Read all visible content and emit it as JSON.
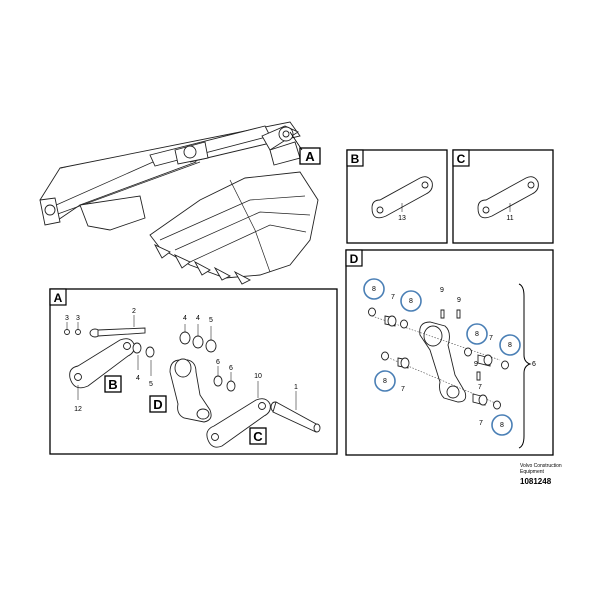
{
  "callouts": {
    "main_A": "A",
    "panel_B": "B",
    "panel_C": "C",
    "panel_D": "D",
    "panel_A": "A",
    "ref_B": "B",
    "ref_C": "C",
    "ref_D": "D"
  },
  "panel_B": {
    "part": "13"
  },
  "panel_C": {
    "part": "11"
  },
  "panel_A_parts": {
    "p3a": "3",
    "p3b": "3",
    "p2": "2",
    "p4a": "4",
    "p4b": "4",
    "p5a": "5",
    "p4c": "4",
    "p5b": "5",
    "p12": "12",
    "p10": "10",
    "p1": "1",
    "p6a": "6",
    "p6b": "6"
  },
  "panel_D_parts": {
    "d8a": "8",
    "d8b": "8",
    "d8c": "8",
    "d8d": "8",
    "d8e": "8",
    "d8f": "8",
    "d7a": "7",
    "d7b": "7",
    "d7c": "7",
    "d7d": "7",
    "d7e": "7",
    "d9a": "9",
    "d9b": "9",
    "d9c": "9",
    "d6": "6"
  },
  "footer": {
    "line1": "Volvo Construction",
    "line2": "Equipment",
    "doc_id": "1081248"
  }
}
